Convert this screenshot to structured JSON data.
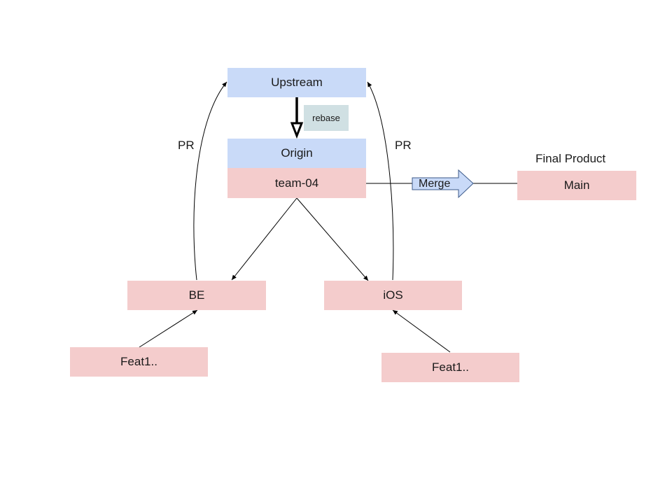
{
  "nodes": {
    "upstream": "Upstream",
    "rebase": "rebase",
    "origin": "Origin",
    "team": "team-04",
    "main": "Main",
    "be": "BE",
    "ios": "iOS",
    "feat_be": "Feat1..",
    "feat_ios": "Feat1.."
  },
  "labels": {
    "pr_left": "PR",
    "pr_right": "PR",
    "final_product": "Final Product",
    "merge": "Merge"
  },
  "colors": {
    "remote_fill": "#c9daf8",
    "branch_fill": "#f4cccc",
    "note_fill": "#d0e0e3",
    "merge_arrow_fill": "#c9daf8"
  }
}
